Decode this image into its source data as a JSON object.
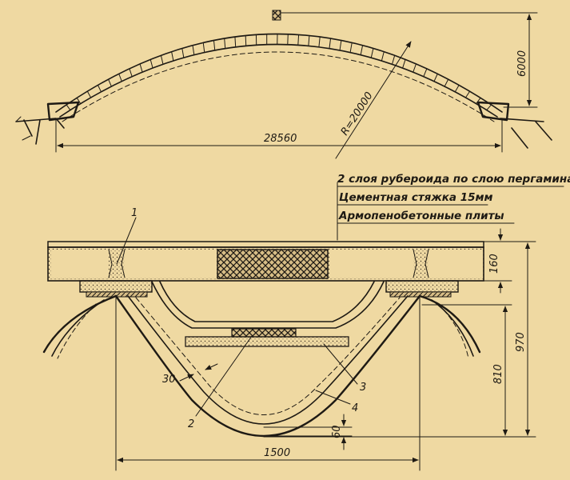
{
  "top_view": {
    "span": "28560",
    "rise": "6000",
    "radius": "R=20000"
  },
  "section": {
    "layers": [
      "2 слоя рубероида по слою пергамина",
      "Цементная стяжка 15мм",
      "Армопенобетонные плиты"
    ],
    "dimensions": {
      "slab_thickness": "160",
      "total_height": "970",
      "truss_height": "810",
      "width": "1500",
      "wall": "30",
      "bottom": "60"
    },
    "callouts": [
      "1",
      "2",
      "3",
      "4"
    ]
  },
  "colors": {
    "paper": "#efd9a2",
    "ink": "#1e1a14",
    "concrete": "#d9c18a"
  }
}
